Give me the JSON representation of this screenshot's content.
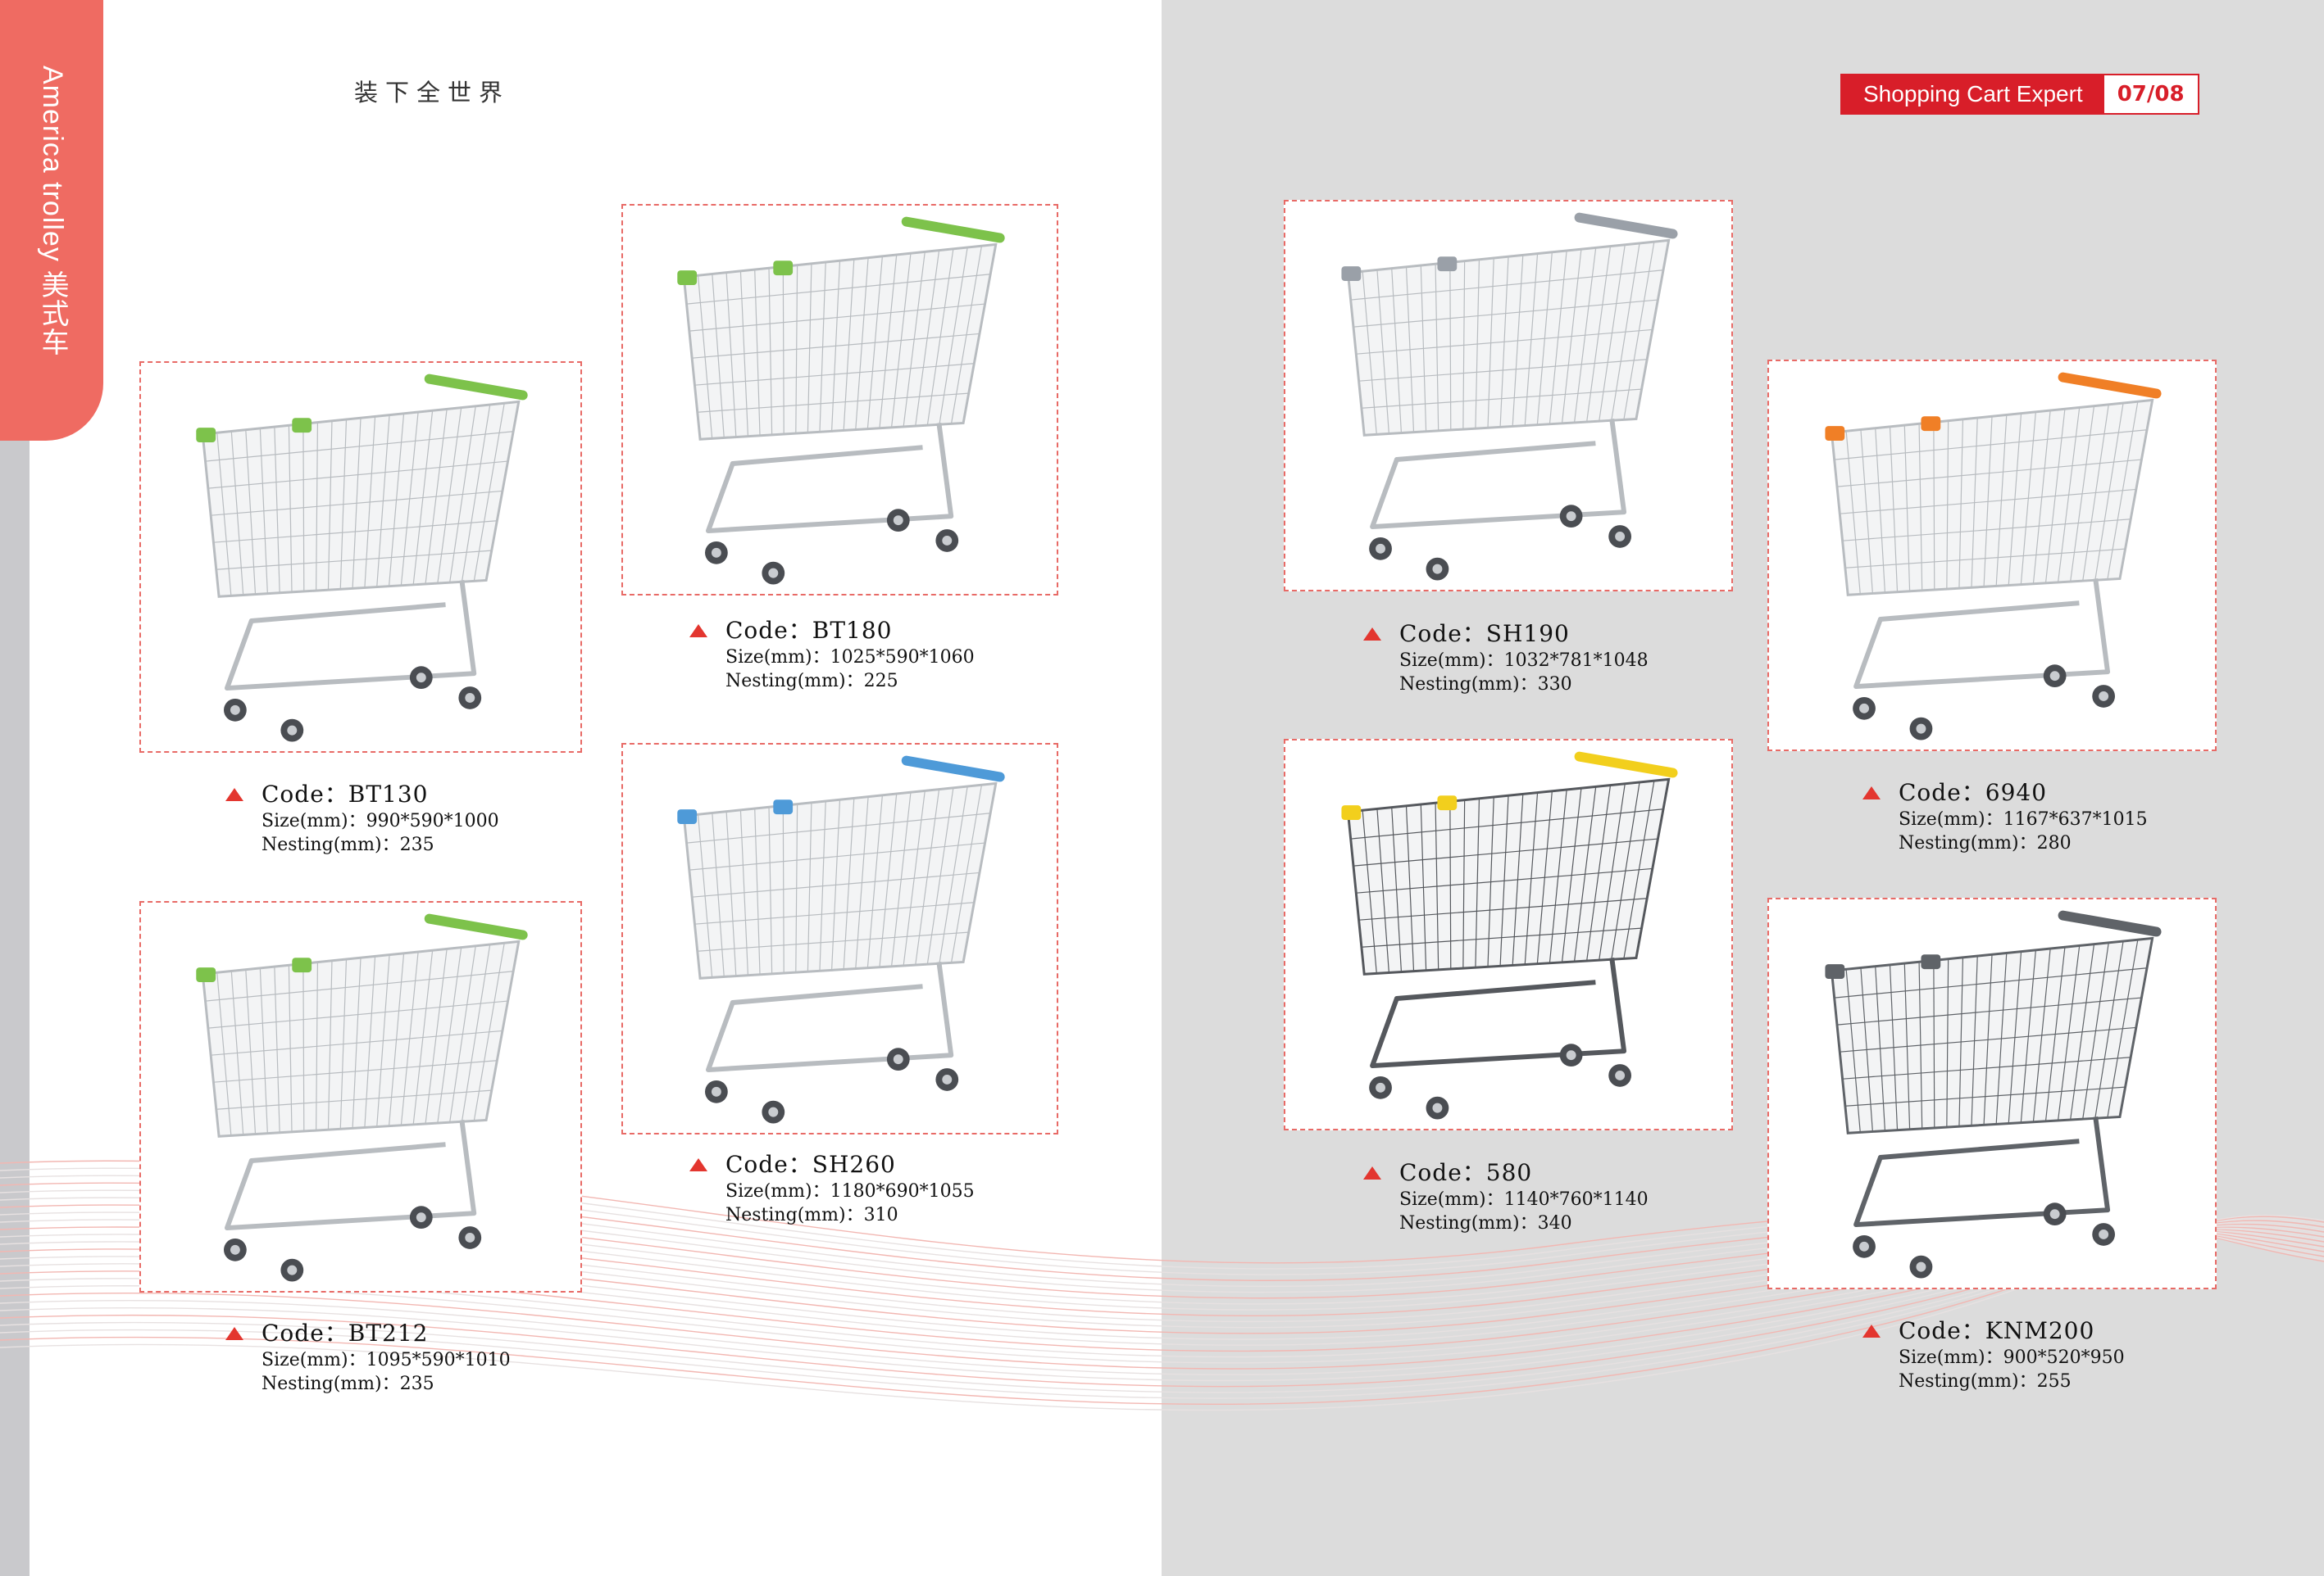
{
  "side_tab": {
    "text": "America trolley  美式车"
  },
  "slogan": "装下全世界",
  "brand": {
    "name": "Shopping Cart Expert",
    "page": "07/08"
  },
  "colors": {
    "accent": "#d81e29",
    "tab": "#ef6b62",
    "frame": "#e86a66"
  },
  "products": [
    {
      "code": "Code：BT130",
      "size": "Size(mm)：990*590*1000",
      "nesting": "Nesting(mm)：235",
      "accent_color": "#7dc24b",
      "frame_color": "#b8bcc0"
    },
    {
      "code": "Code：BT212",
      "size": "Size(mm)：1095*590*1010",
      "nesting": "Nesting(mm)：235",
      "accent_color": "#7dc24b",
      "frame_color": "#b8bcc0"
    },
    {
      "code": "Code：BT180",
      "size": "Size(mm)：1025*590*1060",
      "nesting": "Nesting(mm)：225",
      "accent_color": "#7dc24b",
      "frame_color": "#b8bcc0"
    },
    {
      "code": "Code：SH260",
      "size": "Size(mm)：1180*690*1055",
      "nesting": "Nesting(mm)：310",
      "accent_color": "#4e9ad8",
      "frame_color": "#b8bcc0"
    },
    {
      "code": "Code：SH190",
      "size": "Size(mm)：1032*781*1048",
      "nesting": "Nesting(mm)：330",
      "accent_color": "#9aa0a8",
      "frame_color": "#b8bcc0"
    },
    {
      "code": "Code：580",
      "size": "Size(mm)：1140*760*1140",
      "nesting": "Nesting(mm)：340",
      "accent_color": "#f2cf1d",
      "frame_color": "#55585d"
    },
    {
      "code": "Code：6940",
      "size": "Size(mm)：1167*637*1015",
      "nesting": "Nesting(mm)：280",
      "accent_color": "#f07f26",
      "frame_color": "#b8bcc0"
    },
    {
      "code": "Code：KNM200",
      "size": "Size(mm)：900*520*950",
      "nesting": "Nesting(mm)：255",
      "accent_color": "#5f6368",
      "frame_color": "#5f6368"
    }
  ]
}
